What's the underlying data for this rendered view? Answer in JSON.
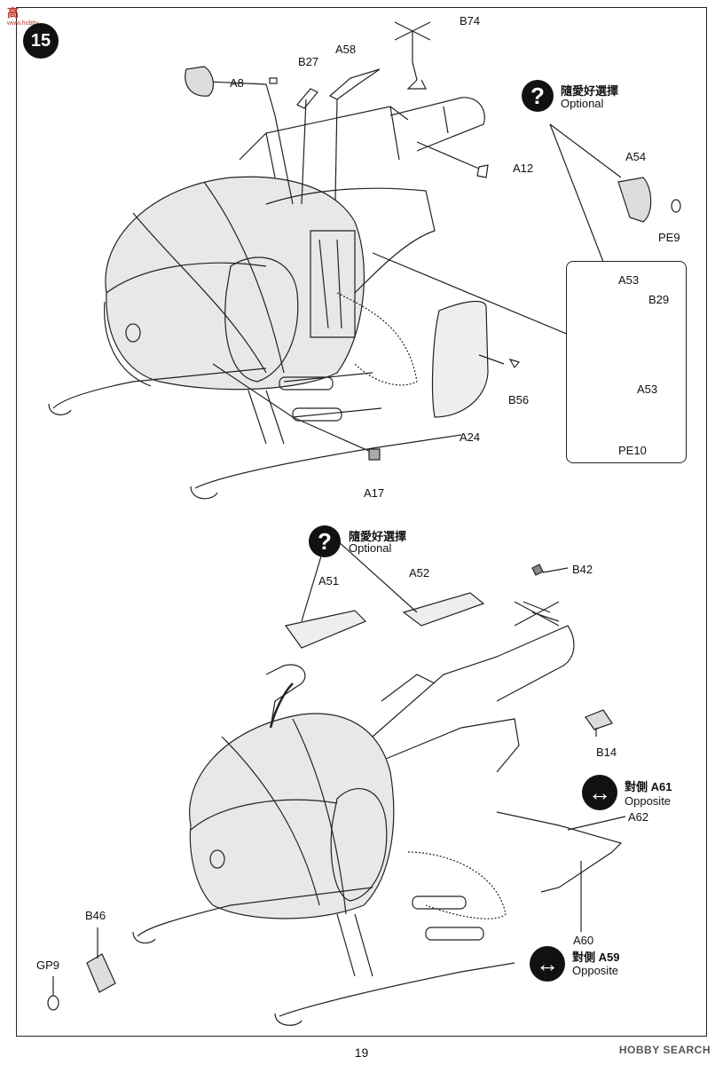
{
  "header": {
    "step_number": "15",
    "logo_text": "高",
    "logo_sub": "www.hobby..."
  },
  "top_diagram": {
    "parts": {
      "b74": "B74",
      "a8": "A8",
      "b27": "B27",
      "a58": "A58",
      "a12": "A12",
      "a17": "A17",
      "a24": "A24",
      "b56": "B56"
    },
    "optional": {
      "cjk": "隨愛好選擇",
      "en": "Optional"
    },
    "option_parts": {
      "a54": "A54",
      "pe9": "PE9",
      "a53_top": "A53",
      "b29": "B29",
      "a53_bottom": "A53",
      "pe10": "PE10"
    }
  },
  "bottom_diagram": {
    "optional": {
      "cjk": "隨愛好選擇",
      "en": "Optional"
    },
    "parts": {
      "a51": "A51",
      "a52": "A52",
      "b42": "B42",
      "b14": "B14",
      "a62": "A62",
      "b46": "B46",
      "gp9": "GP9",
      "a60": "A60"
    },
    "opposite_1": {
      "cjk": "對側 A61",
      "en": "Opposite"
    },
    "opposite_2": {
      "cjk": "對側 A59",
      "en": "Opposite"
    }
  },
  "footer": {
    "page_number": "19",
    "watermark": "HOBBY SEARCH"
  },
  "icons": {
    "question": "question-mark-icon",
    "swap": "left-right-arrow-icon",
    "up": "up-arrow-icon"
  }
}
